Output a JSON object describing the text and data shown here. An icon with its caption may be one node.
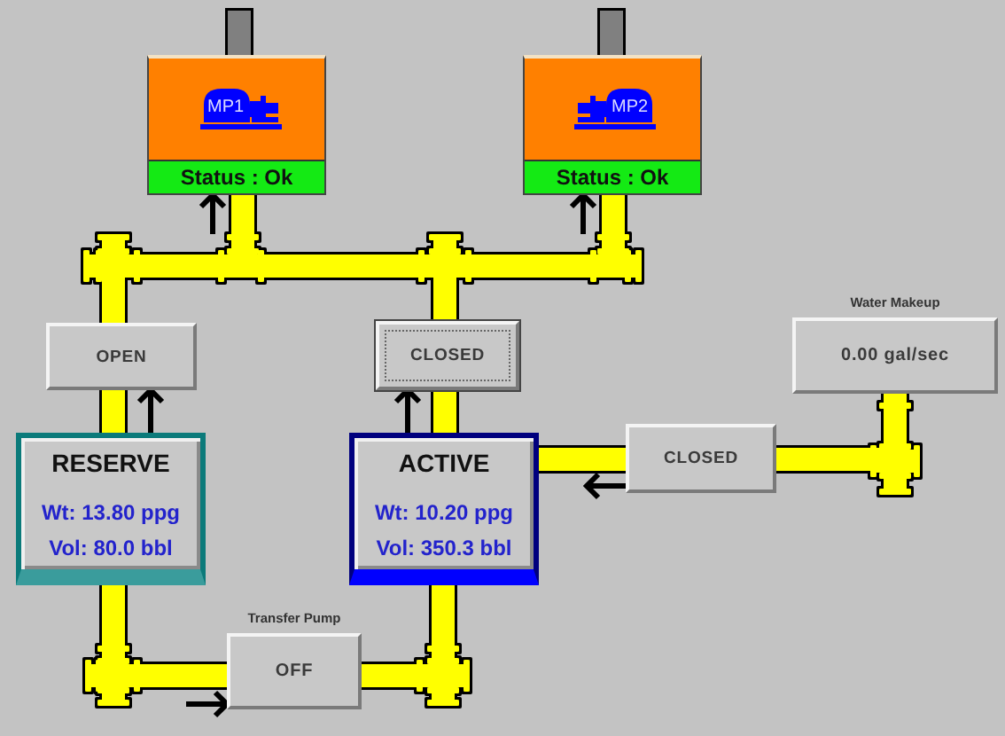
{
  "diagram": {
    "nodes": [
      {
        "text": [
          "MP1",
          "Status : Ok"
        ]
      },
      {
        "text": [
          "MP2",
          "Status : Ok"
        ]
      },
      {
        "text": [],
        "shape": "bar"
      },
      {
        "text": [
          "OPEN"
        ]
      },
      {
        "text": [
          "CLOSED"
        ]
      },
      {
        "text": [
          "Water Makeup",
          "0.00 gal/sec"
        ]
      },
      {
        "text": [
          "RESERVE",
          "Wt: 13.80 ppg",
          "Vol: 80.0 bbl"
        ]
      },
      {
        "text": [
          "ACTIVE",
          "Wt: 10.20 ppg",
          "Vol: 350.3 bbl"
        ]
      },
      {
        "text": [
          "CLOSED"
        ]
      },
      {
        "text": [
          "Transfer Pump",
          "OFF"
        ]
      }
    ],
    "edges": [
      {
        "from": 0,
        "to": null,
        "arrow": "none",
        "color": "#808080"
      },
      {
        "from": 1,
        "to": null,
        "arrow": "none",
        "color": "#808080"
      },
      {
        "from": 3,
        "to": 2,
        "arrow": "none"
      },
      {
        "from": 4,
        "to": 2,
        "arrow": "none"
      },
      {
        "from": 2,
        "to": 0,
        "arrow": "none"
      },
      {
        "from": 2,
        "to": 1,
        "arrow": "none"
      },
      {
        "from": 6,
        "to": 3,
        "arrow": "none"
      },
      {
        "from": 7,
        "to": 4,
        "arrow": "none"
      },
      {
        "from": 5,
        "to": 8,
        "arrow": "none"
      },
      {
        "from": 8,
        "to": 7,
        "arrow": "none"
      },
      {
        "from": 6,
        "to": 9,
        "arrow": "none"
      },
      {
        "from": 9,
        "to": 7,
        "arrow": "none"
      },
      {
        "from": 2,
        "to": 0,
        "arrow": "to",
        "color": "#000000"
      },
      {
        "from": 2,
        "to": 1,
        "arrow": "to",
        "color": "#000000"
      },
      {
        "from": 6,
        "to": 3,
        "arrow": "to",
        "color": "#000000"
      },
      {
        "from": 7,
        "to": 4,
        "arrow": "to",
        "color": "#000000"
      },
      {
        "from": 8,
        "to": null,
        "arrow": "to",
        "color": "#000000"
      },
      {
        "from": null,
        "to": 9,
        "arrow": "to",
        "color": "#000000"
      }
    ]
  }
}
